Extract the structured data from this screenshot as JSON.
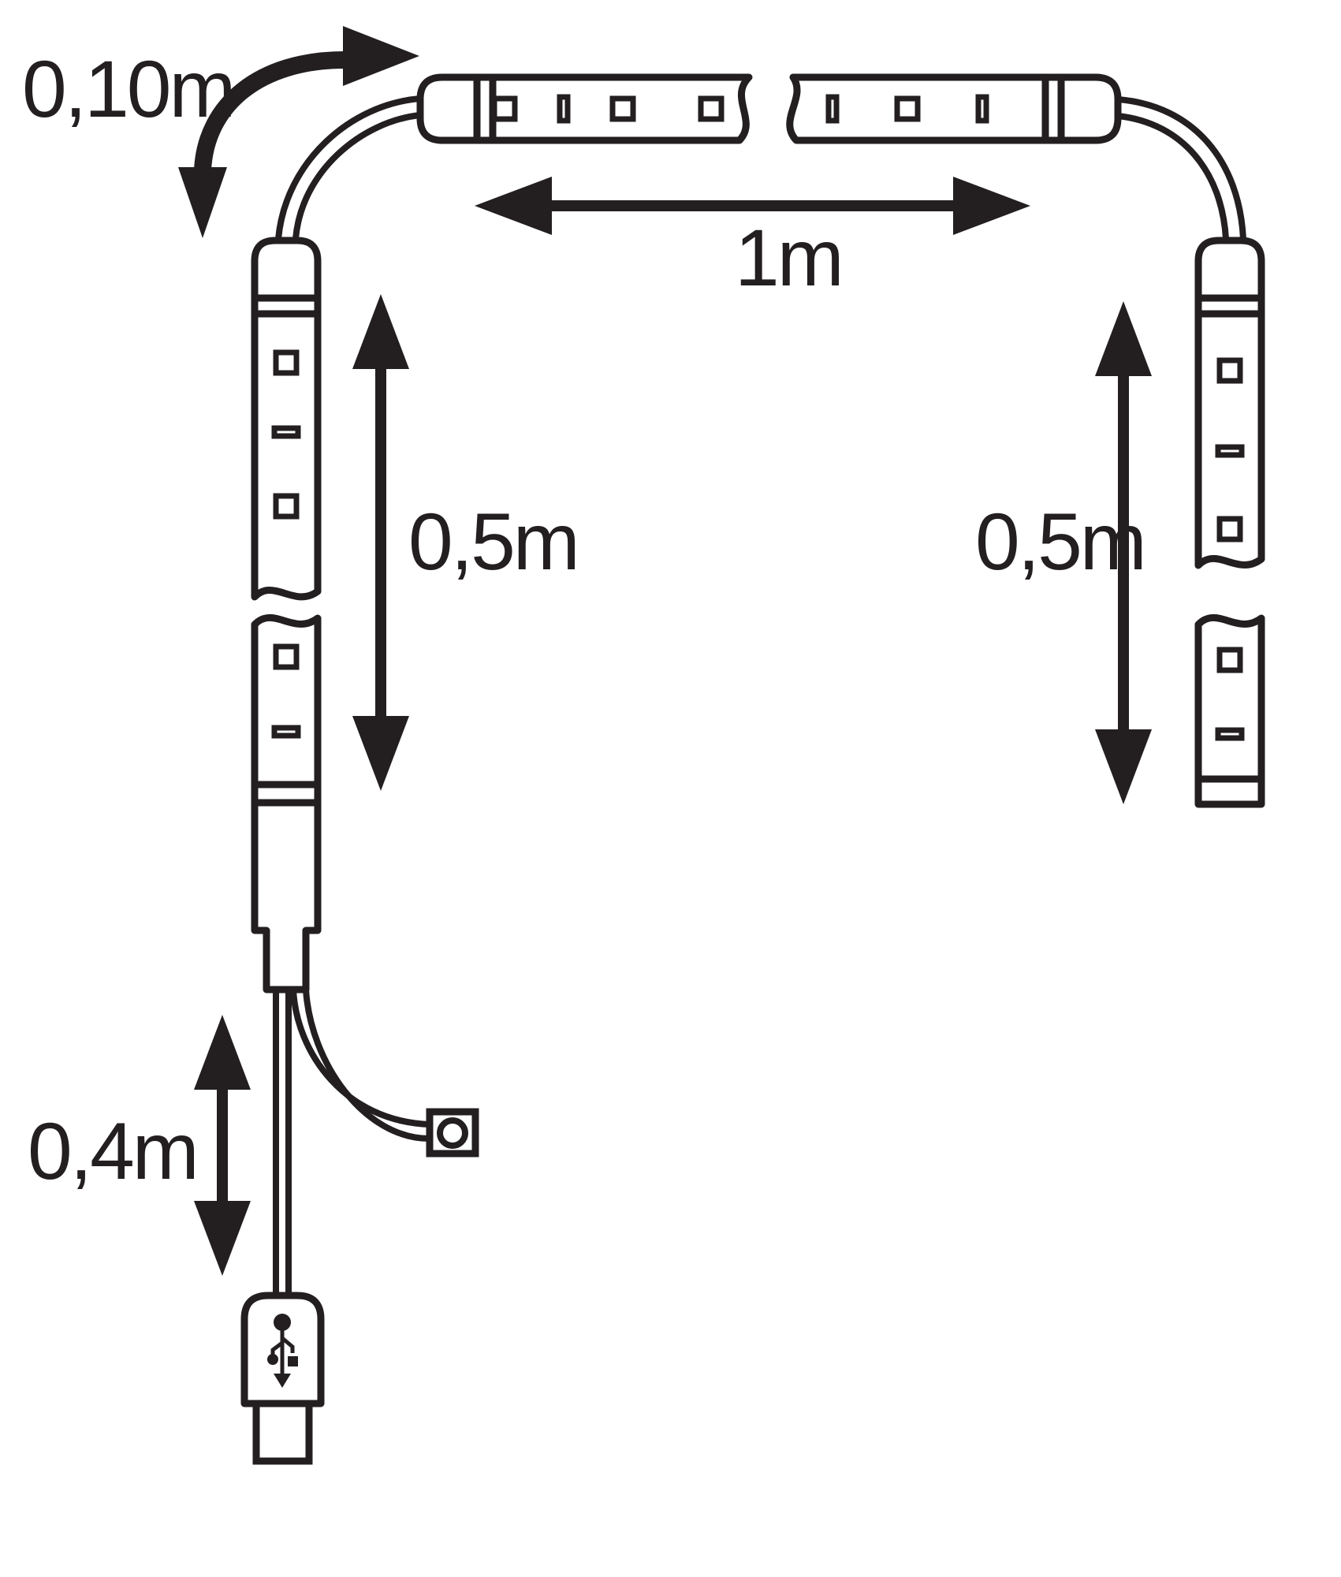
{
  "diagram_title": "LED strip set dimension diagram",
  "colors": {
    "line": "#231f20",
    "background": "#ffffff"
  },
  "measurements": [
    {
      "id": "connector-arc",
      "value": "0,10m",
      "applies_to": "corner connection cable between strips"
    },
    {
      "id": "top-strip",
      "value": "1m",
      "applies_to": "horizontal LED strip length"
    },
    {
      "id": "left-strip",
      "value": "0,5m",
      "applies_to": "left vertical LED strip length"
    },
    {
      "id": "right-strip",
      "value": "0,5m",
      "applies_to": "right vertical LED strip length"
    },
    {
      "id": "usb-cable",
      "value": "0,4m",
      "applies_to": "cable from strip end to USB plug"
    }
  ],
  "components": [
    "horizontal LED strip with break mark",
    "left vertical LED strip with break mark and end connector",
    "right vertical LED strip with break mark",
    "corner connection cables",
    "inline connector with round button",
    "USB type-A plug with USB trident symbol"
  ]
}
